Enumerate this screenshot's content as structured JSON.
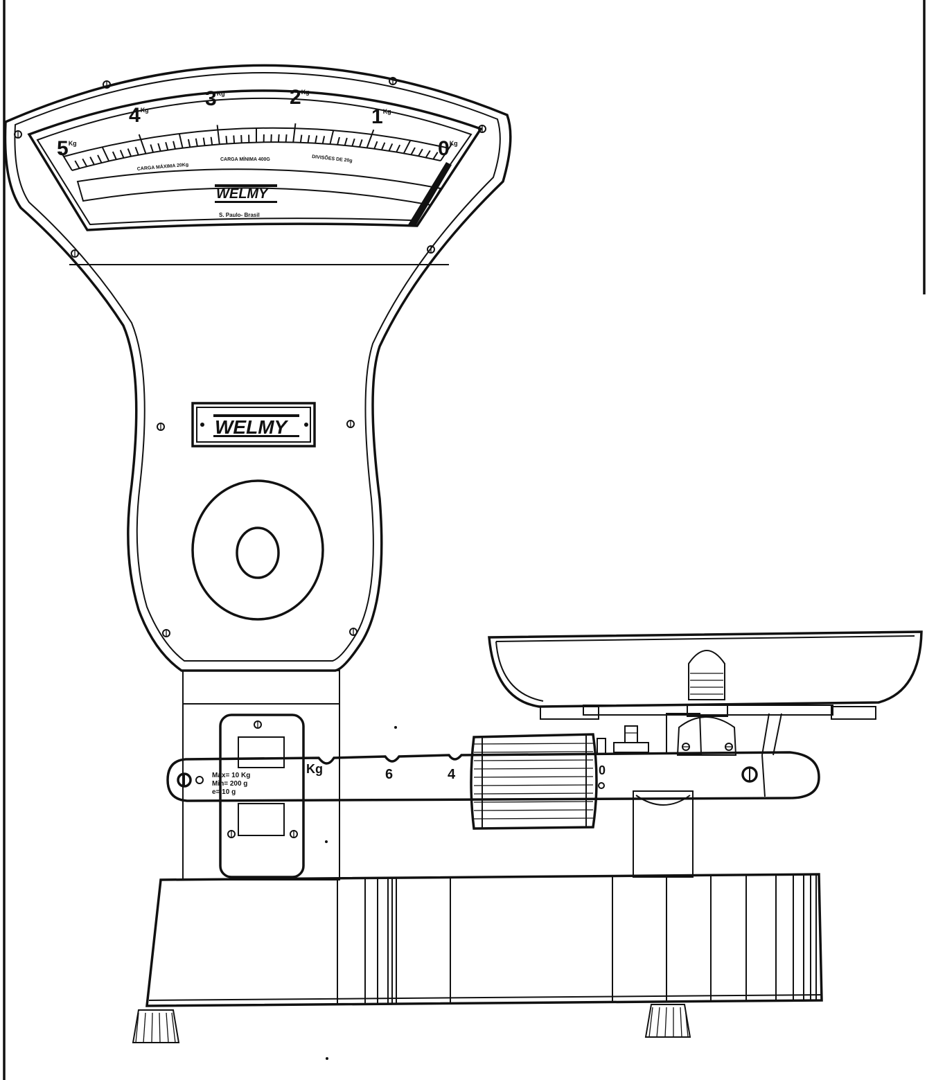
{
  "scale": {
    "major_labels": [
      {
        "value": 5,
        "text": "5",
        "unit": "Kg"
      },
      {
        "value": 4,
        "text": "4",
        "unit": "Kg"
      },
      {
        "value": 3,
        "text": "3",
        "unit": "Kg"
      },
      {
        "value": 2,
        "text": "2",
        "unit": "Kg"
      },
      {
        "value": 1,
        "text": "1",
        "unit": "Kg"
      },
      {
        "value": 0,
        "text": "0",
        "unit": "Kg"
      }
    ],
    "info_line_1": "CARGA MÁXIMA 20Kg",
    "info_line_2": "CARGA MÍNIMA 400G",
    "info_line_3": "DIVISÕES DE 20g",
    "brand": "WELMY",
    "origin": "S. Paulo- Brasil"
  },
  "column": {
    "brand": "WELMY"
  },
  "beam": {
    "spec_max": "Máx= 10 Kg",
    "spec_min": "Min= 200 g",
    "spec_e": "e=    10 g",
    "unit": "Kg",
    "mark_6": "6",
    "mark_4": "4",
    "mark_0": "0"
  },
  "colors": {
    "line": "#111111",
    "paper": "#ffffff"
  }
}
